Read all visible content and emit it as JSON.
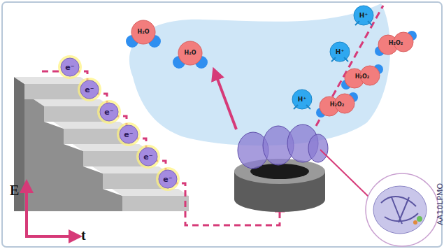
{
  "diagram": {
    "nodes": [
      {
        "text": [
          "e⁻"
        ]
      },
      {
        "text": [
          "e⁻"
        ]
      },
      {
        "text": [
          "e⁻"
        ]
      },
      {
        "text": [
          "e⁻"
        ]
      },
      {
        "text": [
          "e⁻"
        ]
      },
      {
        "text": [
          "e⁻"
        ]
      },
      {
        "text": [
          "H₂O"
        ]
      },
      {
        "text": [
          "H₂O"
        ]
      },
      {
        "text": [
          "H₂O₂"
        ]
      },
      {
        "text": [
          "H₂O₂"
        ]
      },
      {
        "text": [
          "H₂O₂"
        ]
      },
      {
        "text": [
          "H⁺"
        ]
      },
      {
        "text": [
          "H⁺"
        ]
      },
      {
        "text": [
          "H⁺"
        ]
      }
    ],
    "labels": [
      "E",
      "t",
      "AA10LPMO"
    ]
  }
}
